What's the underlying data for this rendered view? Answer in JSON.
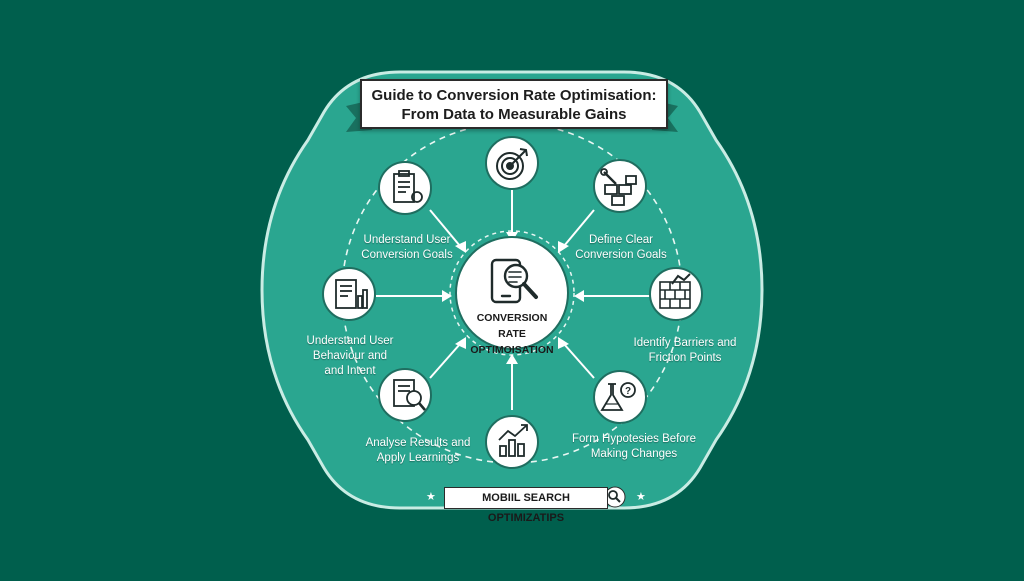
{
  "title": {
    "line1": "Guide to Conversion Rate Optimisation:",
    "line2": "From Data to Measurable Gains"
  },
  "center": {
    "line1": "CONVERSION RATE",
    "line2": "OPTIMOISATION",
    "icon": "magnifier-on-phone-icon"
  },
  "steps": [
    {
      "id": "target",
      "icon": "target-arrow-icon",
      "lines": []
    },
    {
      "id": "define",
      "icon": "tools-blocks-icon",
      "lines": [
        "Define Clear",
        "Conversion Goals"
      ]
    },
    {
      "id": "barriers",
      "icon": "brick-wall-icon",
      "lines": [
        "Identify Barriers and",
        "Friction Points"
      ]
    },
    {
      "id": "hypotheses",
      "icon": "flask-question-icon",
      "lines": [
        "Form Hypotesies Before",
        "Making Changes"
      ]
    },
    {
      "id": "growth",
      "icon": "bar-chart-arrow-icon",
      "lines": []
    },
    {
      "id": "analyse",
      "icon": "document-magnifier-icon",
      "lines": [
        "Analyse Results and",
        "Apply Learnings"
      ]
    },
    {
      "id": "behaviour",
      "icon": "report-chart-icon",
      "lines": [
        "Understand User",
        "Behaviour and",
        "and Intent"
      ]
    },
    {
      "id": "goals",
      "icon": "clipboard-checklist-icon",
      "lines": [
        "Understand User",
        "Conversion Goals"
      ]
    }
  ],
  "brand": {
    "text": "MOBIIL SEARCH OPTIMIZATIPS",
    "icon": "search-icon",
    "decoration_icon": "star-icon"
  },
  "colors": {
    "background": "#005f4d",
    "panel": "#2aa690",
    "ribbon": "#19705f",
    "node_fill": "#ffffff"
  }
}
